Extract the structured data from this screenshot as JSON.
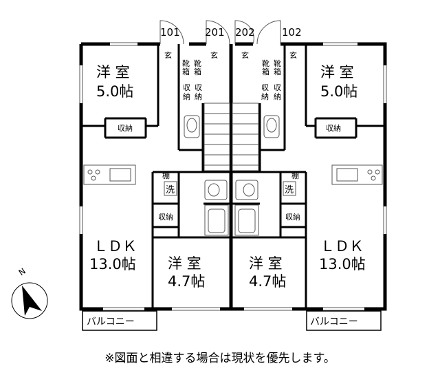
{
  "units": {
    "u101": "101",
    "u201": "201",
    "u202": "202",
    "u102": "102"
  },
  "rooms": {
    "western": "洋 室",
    "size_5": "5.0帖",
    "size_4_7": "4.7帖",
    "ldk": "ＬＤＫ",
    "size_13": "13.0帖",
    "storage": "収納",
    "storage_v1": "収",
    "storage_v2": "納",
    "genkan": "玄",
    "shoe_1": "靴",
    "shoe_2": "箱",
    "wash": "洗",
    "shelf": "棚",
    "balcony": "バルコニー"
  },
  "compass": {
    "north": "N"
  },
  "colors": {
    "wall": "#000000",
    "line": "#555555",
    "fixture": "#888888"
  },
  "note": "※図面と相違する場合は現状を優先します。"
}
